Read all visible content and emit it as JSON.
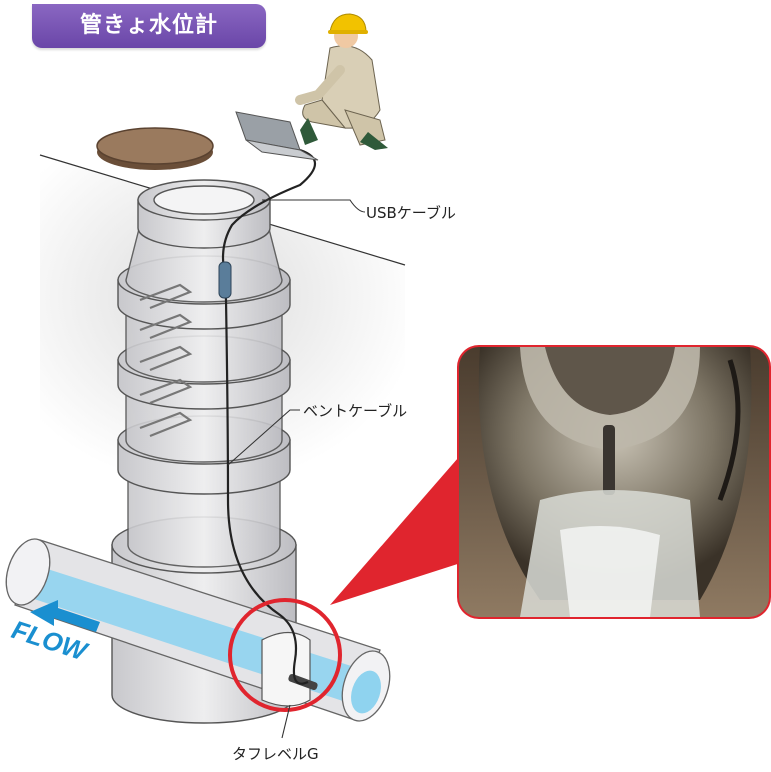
{
  "title": "管きょ水位計",
  "labels": {
    "usb_cable": "USBケーブル",
    "vent_cable": "ベントケーブル",
    "sensor": "タフレベルG"
  },
  "flow_label": "FLOW",
  "colors": {
    "title_bg": "#7b58b8",
    "water": "#8fd3ef",
    "flow_arrow": "#1a8fd0",
    "highlight_ring": "#e0252e",
    "helmet": "#f2c200",
    "worker_uniform": "#d9cfb6",
    "manhole_cover": "#8a6a50"
  }
}
